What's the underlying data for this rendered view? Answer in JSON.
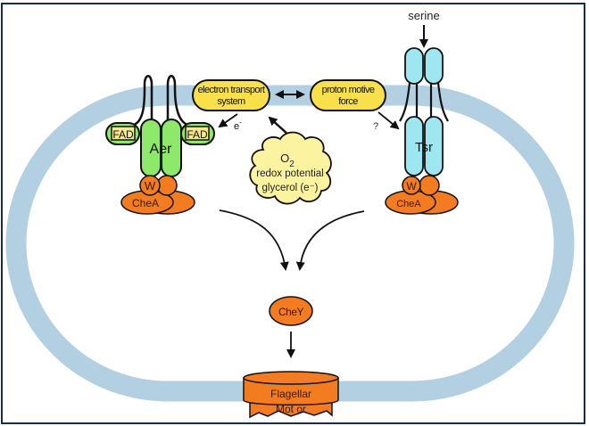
{
  "diagram": {
    "ligand_label": "serine",
    "receptors": {
      "aer": {
        "label": "Aer",
        "cofactor_left": "FAD",
        "cofactor_right": "FAD",
        "electron_label": "e-"
      },
      "tsr": {
        "label": "Tsr",
        "question_label": "?"
      }
    },
    "adaptors": {
      "aer_w": "W",
      "aer_chea": "CheA",
      "tsr_w": "W",
      "tsr_chea": "CheA"
    },
    "signals": {
      "electron_transport": [
        "electron transport",
        "system"
      ],
      "proton_motive": [
        "proton motive",
        "force"
      ],
      "cloud_o2": "O",
      "cloud_o2_sub": "2",
      "cloud_line2": "redox potential",
      "cloud_line3": "glycerol (e⁻)"
    },
    "response_regulator": "CheY",
    "motor": [
      "Flagellar",
      "Mot or"
    ],
    "colors": {
      "membrane": "#b3d0e2",
      "aer_green": "#8ee86a",
      "tsr_cyan": "#9fe7f0",
      "che_orange": "#f47c20",
      "signal_yellow": "#f7e04a",
      "cloud_yellow": "#fbf3a0",
      "frame_border": "#1a2a4a"
    }
  }
}
